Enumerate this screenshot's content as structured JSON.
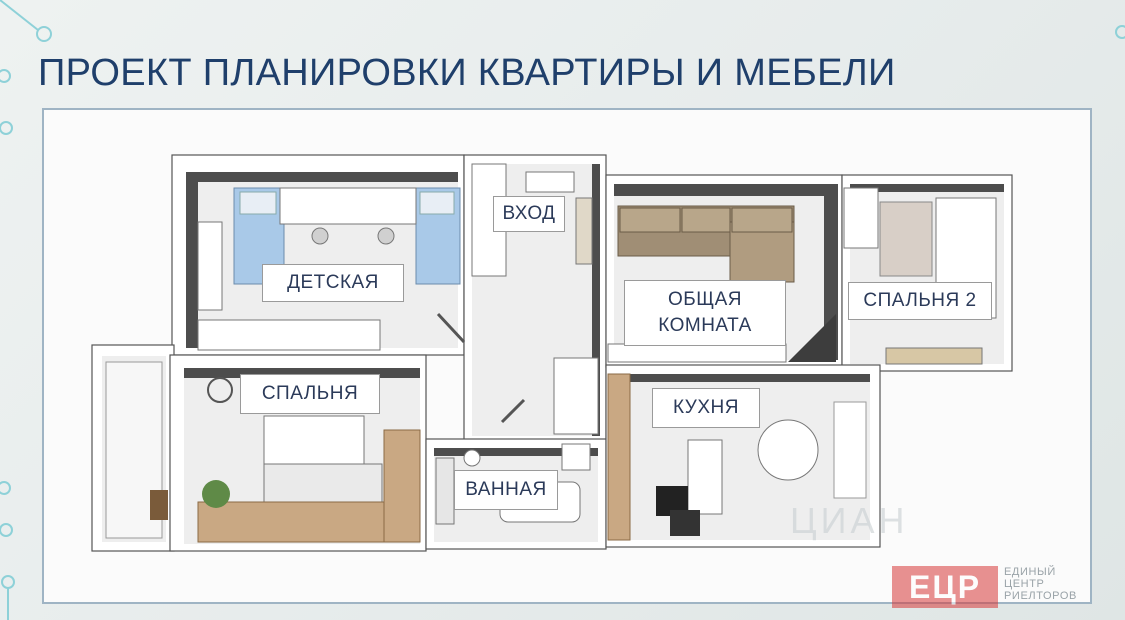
{
  "title": "ПРОЕКТ ПЛАНИРОВКИ КВАРТИРЫ И МЕБЕЛИ",
  "rooms": {
    "nursery": "ДЕТСКАЯ",
    "entrance": "ВХОД",
    "living_room": "ОБЩАЯ КОМНАТА",
    "bedroom_2": "СПАЛЬНЯ 2",
    "bedroom": "СПАЛЬНЯ",
    "kitchen": "КУХНЯ",
    "bathroom": "ВАННАЯ"
  },
  "watermark": "ЦИАН",
  "brand": {
    "logo_text": "ЕЦР",
    "line1": "ЕДИНЫЙ",
    "line2": "ЦЕНТР",
    "line3": "РИЕЛТОРОВ"
  },
  "colors": {
    "title": "#1f3f6b",
    "wall": "#ffffff",
    "wall_shadow": "#4a4a4a",
    "floor": "#f2f2f2",
    "wood": "#c9a883",
    "sofa": "#a08e75",
    "bedding": "#a9c9e8",
    "frame": "#9fb4c4"
  }
}
